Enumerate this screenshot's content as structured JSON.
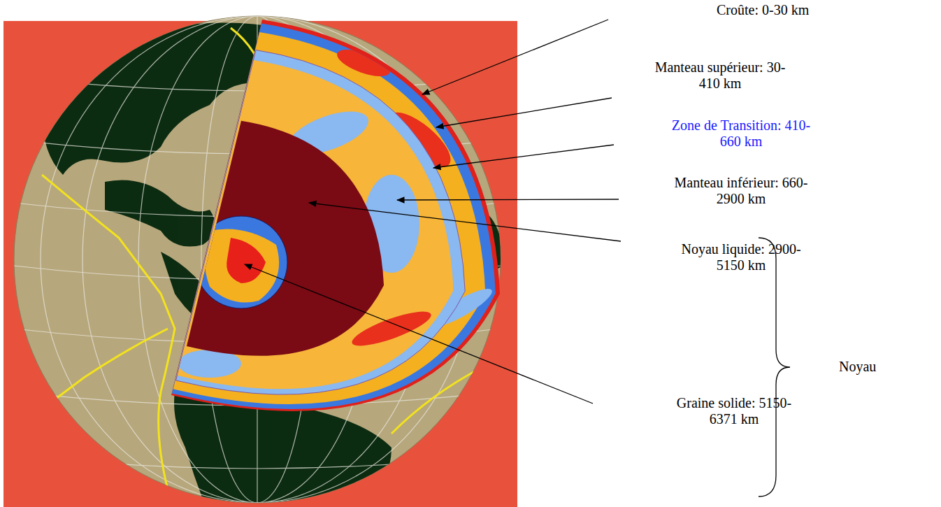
{
  "diagram": {
    "labels": [
      "Croûte: 0-30 km",
      "Manteau supérieur: 30-410 km",
      "Zone de Transition: 410-660 km",
      "Manteau inférieur: 660-2900 km",
      "Noyau liquide: 2900-5150 km",
      "Graine solide: 5150-6371 km",
      "Noyau"
    ]
  }
}
